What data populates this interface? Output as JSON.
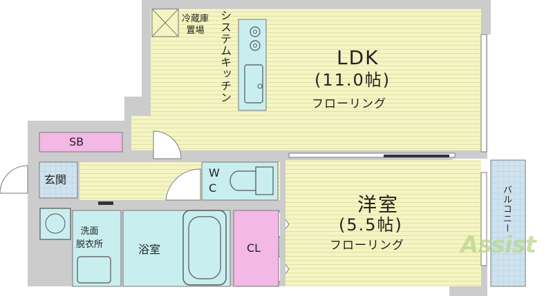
{
  "rooms": {
    "ldk": {
      "name": "LDK",
      "size": "(11.0帖)",
      "floor": "フローリング"
    },
    "western": {
      "name": "洋室",
      "size": "(5.5帖)",
      "floor": "フローリング"
    },
    "system_kitchen": "システムキッチン",
    "fridge_space": "冷蔵庫\n置場",
    "sb": "SB",
    "entrance": "玄関",
    "wc": "W\nC",
    "washroom": "洗面\n脱衣所",
    "bathroom": "浴室",
    "closet": "CL",
    "balcony": "バルコニー"
  },
  "brand": {
    "logo": "Assist"
  },
  "colors": {
    "floor": "#f4f5c2",
    "wet": "#c9eef0",
    "storage": "#f3b8e6",
    "wall": "#cccccc",
    "balcony": "#cfe3ef"
  }
}
